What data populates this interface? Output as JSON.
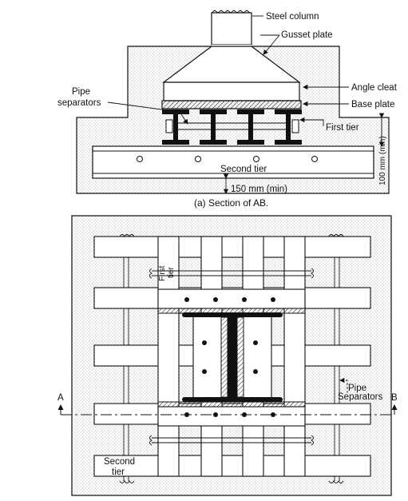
{
  "section_ab": {
    "caption": "(a) Section of AB.",
    "labels": {
      "steel_column": "Steel column",
      "gusset_plate": "Gusset plate",
      "angle_cleat": "Angle cleat",
      "base_plate": "Base plate",
      "pipe_separators_line1": "Pipe",
      "pipe_separators_line2": "separators",
      "first_tier": "First tier",
      "second_tier": "Second tier",
      "dim_side": "100 mm (min)",
      "dim_bottom": "150 mm (min)"
    }
  },
  "plan_view": {
    "labels": {
      "first_tier_line1": "First",
      "first_tier_line2": "tier",
      "pipe_separators_line1": "Pipe",
      "pipe_separators_line2": "Separators",
      "second_tier_line1": "Second",
      "second_tier_line2": "tier",
      "section_a": "A",
      "section_b": "B"
    }
  },
  "colors": {
    "steel": "#111111",
    "concrete_dot": "#8a8a8a",
    "line": "#111111"
  }
}
